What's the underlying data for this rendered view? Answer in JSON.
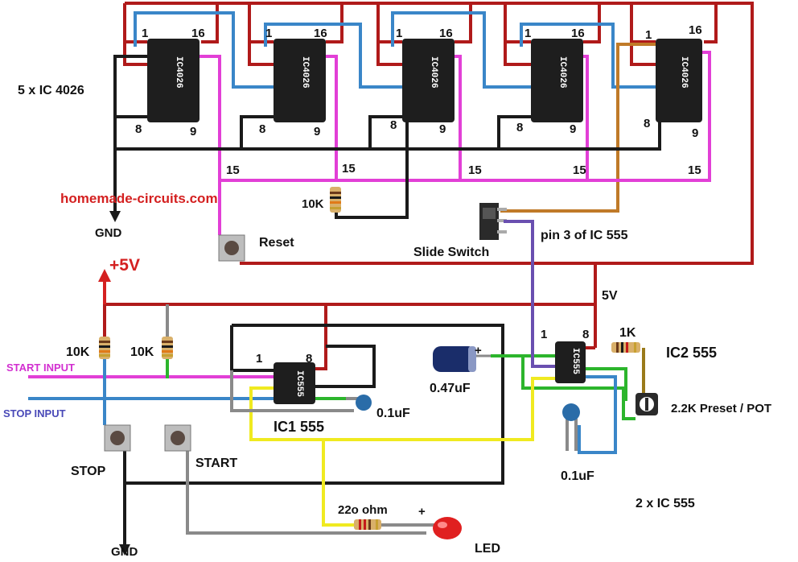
{
  "colors": {
    "red_wire": "#b01a1a",
    "blue_wire": "#3a86c8",
    "magenta_wire": "#e23fd6",
    "black_wire": "#1a1a1a",
    "green_wire": "#2cb52c",
    "yellow_wire": "#f0ea20",
    "gray_wire": "#8a8a8a",
    "purple_wire": "#6a4fb0",
    "orange_wire": "#c07a28",
    "olive_wire": "#9a7a1a",
    "label_red": "#d42020",
    "label_magenta": "#d22fd0",
    "label_blue": "#4a4ab8"
  },
  "labels": {
    "ic4026_count": "5 x IC 4026",
    "website": "homemade-circuits.com",
    "gnd_top": "GND",
    "gnd_bottom": "GND",
    "reset": "Reset",
    "slide_switch": "Slide Switch",
    "pin3_ic555": "pin 3 of IC 555",
    "plus5v": "+5V",
    "v5": "5V",
    "start_input": "START INPUT",
    "stop_input": "STOP INPUT",
    "stop": "STOP",
    "start": "START",
    "ic1": "IC1 555",
    "ic2": "IC2 555",
    "cap1": "0.1uF",
    "cap2": "0.47uF",
    "cap3": "0.1uF",
    "r_10k_top": "10K",
    "r_10k_a": "10K",
    "r_10k_b": "10K",
    "r_1k": "1K",
    "r_220": "22o ohm",
    "led": "LED",
    "pot": "2.2K Preset / POT",
    "ic555_count": "2 x IC 555",
    "plus": "+"
  },
  "chips": {
    "ic4026_name": "IC4026",
    "ic555_name": "IC555"
  },
  "pins": {
    "p1": "1",
    "p16": "16",
    "p8": "8",
    "p9": "9",
    "p15": "15"
  }
}
